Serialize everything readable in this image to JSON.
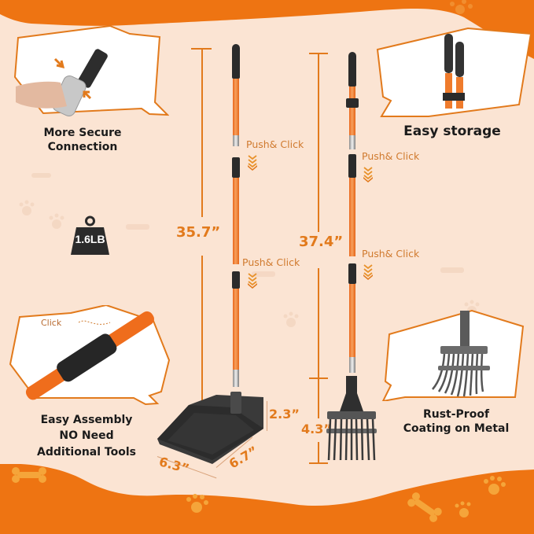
{
  "colors": {
    "background": "#fbe4d3",
    "orange_band": "#ee7412",
    "accent_orange": "#e27a1c",
    "text_dark": "#1b1b1b",
    "grip_black": "#2b2b2b"
  },
  "features": {
    "secure_connection": {
      "line1": "More Secure",
      "line2": "Connection"
    },
    "easy_storage": {
      "label": "Easy storage"
    },
    "weight": {
      "label": "1.6LB"
    },
    "easy_assembly": {
      "click_label": "Click",
      "line1": "Easy Assembly",
      "line2": "NO Need",
      "line3": "Additional Tools"
    },
    "rust_proof": {
      "line1": "Rust-Proof",
      "line2": "Coating on Metal"
    }
  },
  "dustpan_tool": {
    "height": "35.7”",
    "push_click_1": "Push& Click",
    "push_click_2": "Push& Click",
    "pan_height": "2.3”",
    "pan_width": "6.3”",
    "pan_depth": "6.7”"
  },
  "rake_tool": {
    "height": "37.4”",
    "push_click_1": "Push& Click",
    "push_click_2": "Push& Click",
    "head_height": "4.3”"
  },
  "icons": [
    "weight-icon",
    "chevron-down-icon",
    "bone-icon",
    "paw-icon"
  ]
}
